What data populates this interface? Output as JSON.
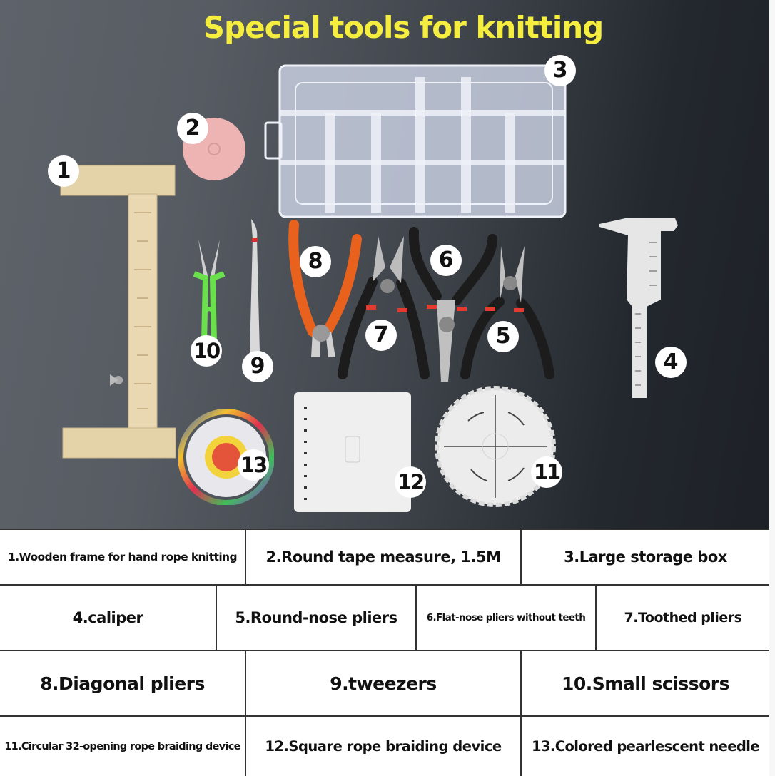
{
  "title": "Special tools for knitting",
  "colors": {
    "title": "#f5ee3f",
    "background_light": "#5e636a",
    "background_dark": "#1d2127",
    "badge": "#ffffff",
    "table_border": "#333333"
  },
  "photo": {
    "items": [
      {
        "number": "1",
        "name": "wooden-frame"
      },
      {
        "number": "2",
        "name": "tape-measure"
      },
      {
        "number": "3",
        "name": "storage-box"
      },
      {
        "number": "4",
        "name": "caliper"
      },
      {
        "number": "5",
        "name": "round-nose-pliers"
      },
      {
        "number": "6",
        "name": "flat-nose-pliers"
      },
      {
        "number": "7",
        "name": "toothed-pliers"
      },
      {
        "number": "8",
        "name": "diagonal-pliers"
      },
      {
        "number": "9",
        "name": "tweezers"
      },
      {
        "number": "10",
        "name": "small-scissors"
      },
      {
        "number": "11",
        "name": "circular-braiding-disc"
      },
      {
        "number": "12",
        "name": "square-braiding-plate"
      },
      {
        "number": "13",
        "name": "pearl-pins"
      }
    ]
  },
  "legend": {
    "rows": [
      [
        "1.Wooden frame for hand rope knitting",
        "2.Round tape measure, 1.5M",
        "3.Large storage box"
      ],
      [
        "4.caliper",
        "5.Round-nose pliers",
        "6.Flat-nose pliers without teeth",
        "7.Toothed pliers"
      ],
      [
        "8.Diagonal pliers",
        "9.tweezers",
        "10.Small scissors"
      ],
      [
        "11.Circular 32-opening rope braiding device",
        "12.Square rope braiding device",
        "13.Colored pearlescent needle"
      ]
    ]
  }
}
